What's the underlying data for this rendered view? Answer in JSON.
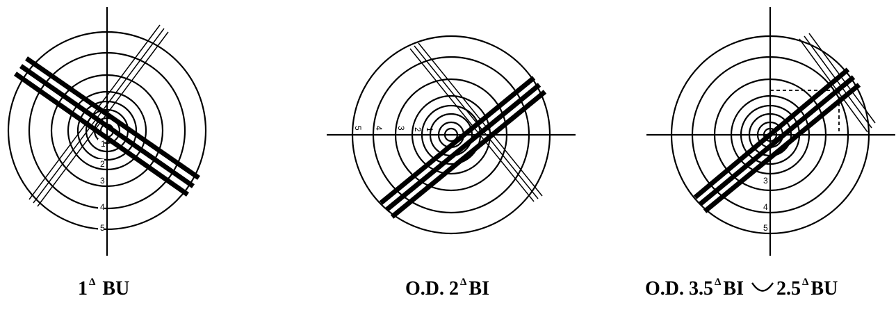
{
  "figures": [
    {
      "id": "panel-1",
      "ring_labels": [
        "1",
        "2",
        "3",
        "4",
        "5"
      ],
      "caption": {
        "value": "1",
        "delta": "Δ",
        "direction": "BU"
      }
    },
    {
      "id": "panel-2",
      "ring_labels": [
        "1",
        "2",
        "3",
        "4",
        "5"
      ],
      "caption": {
        "prefix": "O.D.",
        "value": "2",
        "delta": "Δ",
        "direction": "BI"
      }
    },
    {
      "id": "panel-3",
      "ring_labels": [
        "3",
        "4",
        "5"
      ],
      "caption": {
        "prefix": "O.D.",
        "value": "3.5",
        "delta": "Δ",
        "direction": "BI",
        "value2": "2.5",
        "delta2": "Δ",
        "direction2": "BU"
      }
    }
  ]
}
